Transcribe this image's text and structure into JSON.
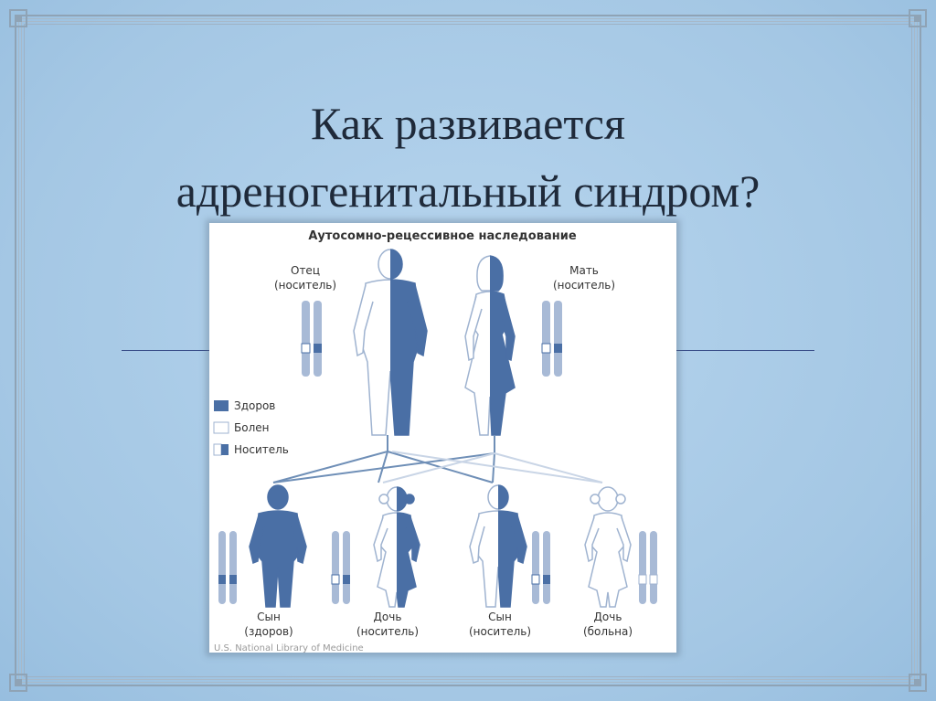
{
  "slide": {
    "title_line1": "Как развивается",
    "title_line2": "адреногенитальный синдром?"
  },
  "figure": {
    "heading": "Аутосомно-рецессивное наследование",
    "parents": [
      {
        "line1": "Отец",
        "line2": "(носитель)"
      },
      {
        "line1": "Мать",
        "line2": "(носитель)"
      }
    ],
    "legend": [
      {
        "label": "Здоров"
      },
      {
        "label": "Болен"
      },
      {
        "label": "Носитель"
      }
    ],
    "children": [
      {
        "line1": "Сын",
        "line2": "(здоров)"
      },
      {
        "line1": "Дочь",
        "line2": "(носитель)"
      },
      {
        "line1": "Сын",
        "line2": "(носитель)"
      },
      {
        "line1": "Дочь",
        "line2": "(больна)"
      }
    ],
    "credit": "U.S. National Library of Medicine"
  },
  "colors": {
    "background": "#a9cbe6",
    "frame": "#8fa3b5",
    "title": "#1f2a3a",
    "healthy": "#4a6fa5",
    "affected": "#ffffff",
    "outline": "#9fb3d0",
    "connector_dark": "#6f8fb7",
    "connector_light": "#c9d5e6"
  },
  "icons": [
    "ornament-corner-icon",
    "male-figure-icon",
    "female-figure-icon",
    "chromosome-pair-icon"
  ]
}
